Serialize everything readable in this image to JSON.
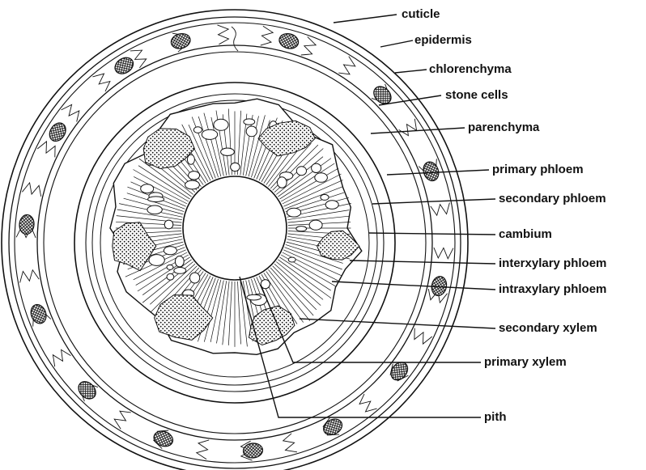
{
  "diagram": {
    "labels": {
      "cuticle": "cuticle",
      "epidermis": "epidermis",
      "chlorenchyma": "chlorenchyma",
      "stone_cells": "stone cells",
      "parenchyma": "parenchyma",
      "primary_phloem": "primary phloem",
      "secondary_phloem": "secondary phloem",
      "cambium": "cambium",
      "interxylary_phloem": "interxylary phloem",
      "intraxylary_phloem": "intraxylary phloem",
      "secondary_xylem": "secondary xylem",
      "primary_xylem": "primary xylem",
      "pith": "pith"
    }
  }
}
